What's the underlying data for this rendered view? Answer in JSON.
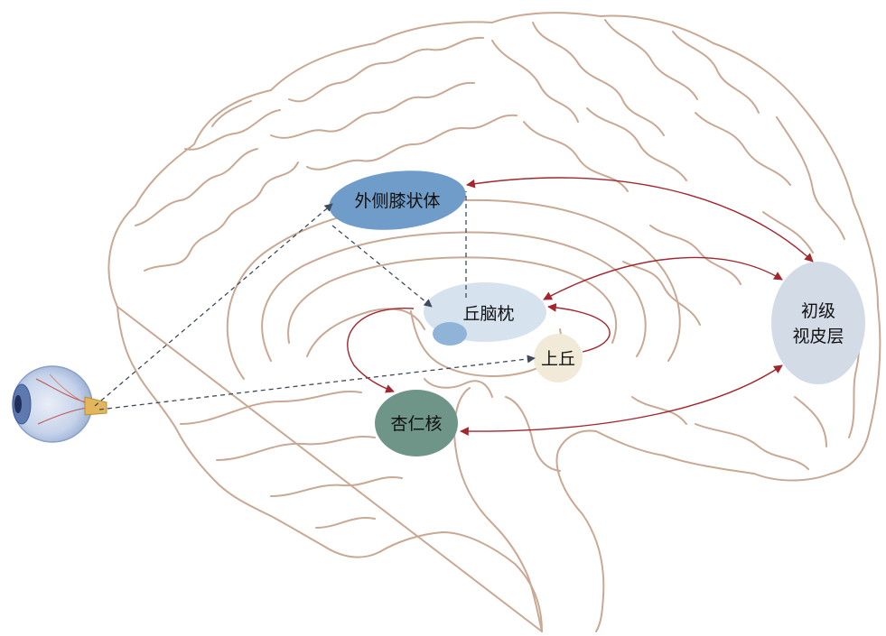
{
  "colors": {
    "brain_outline": "#c9a894",
    "lgn_fill": "#6f9cc8",
    "pulvinar_fill": "#d7e2ef",
    "pulvinar_inner_fill": "#8fb4d8",
    "sc_fill": "#f1ead8",
    "v1_fill": "#d3dbe6",
    "amygdala_fill": "#6f9488",
    "dashed_arrow": "#3f4a5c",
    "solid_arrow": "#a3262e"
  },
  "regions": {
    "lgn": {
      "label": "外侧膝状体",
      "icon": "ellipse"
    },
    "pulvinar": {
      "label": "丘脑枕",
      "icon": "ellipse"
    },
    "superior_colliculus": {
      "label": "上丘",
      "icon": "circle"
    },
    "v1": {
      "label_line1": "初级",
      "label_line2": "视皮层",
      "icon": "ellipse"
    },
    "amygdala": {
      "label": "杏仁核",
      "icon": "ellipse"
    }
  },
  "icons": {
    "eye": "eye-icon",
    "brain": "brain-outline"
  },
  "pathways": {
    "dashed": [
      {
        "from": "eye",
        "to": "外侧膝状体"
      },
      {
        "from": "eye",
        "to": "上丘"
      },
      {
        "from": "外侧膝状体",
        "to": "丘脑枕"
      },
      {
        "from": "丘脑枕",
        "to": "外侧膝状体"
      }
    ],
    "solid_bidirectional": [
      {
        "a": "外侧膝状体",
        "b": "初级视皮层"
      },
      {
        "a": "丘脑枕",
        "b": "初级视皮层"
      },
      {
        "a": "杏仁核",
        "b": "初级视皮层"
      }
    ],
    "solid_directed": [
      {
        "from": "上丘",
        "to": "丘脑枕"
      },
      {
        "from": "丘脑枕",
        "to": "杏仁核"
      }
    ]
  }
}
